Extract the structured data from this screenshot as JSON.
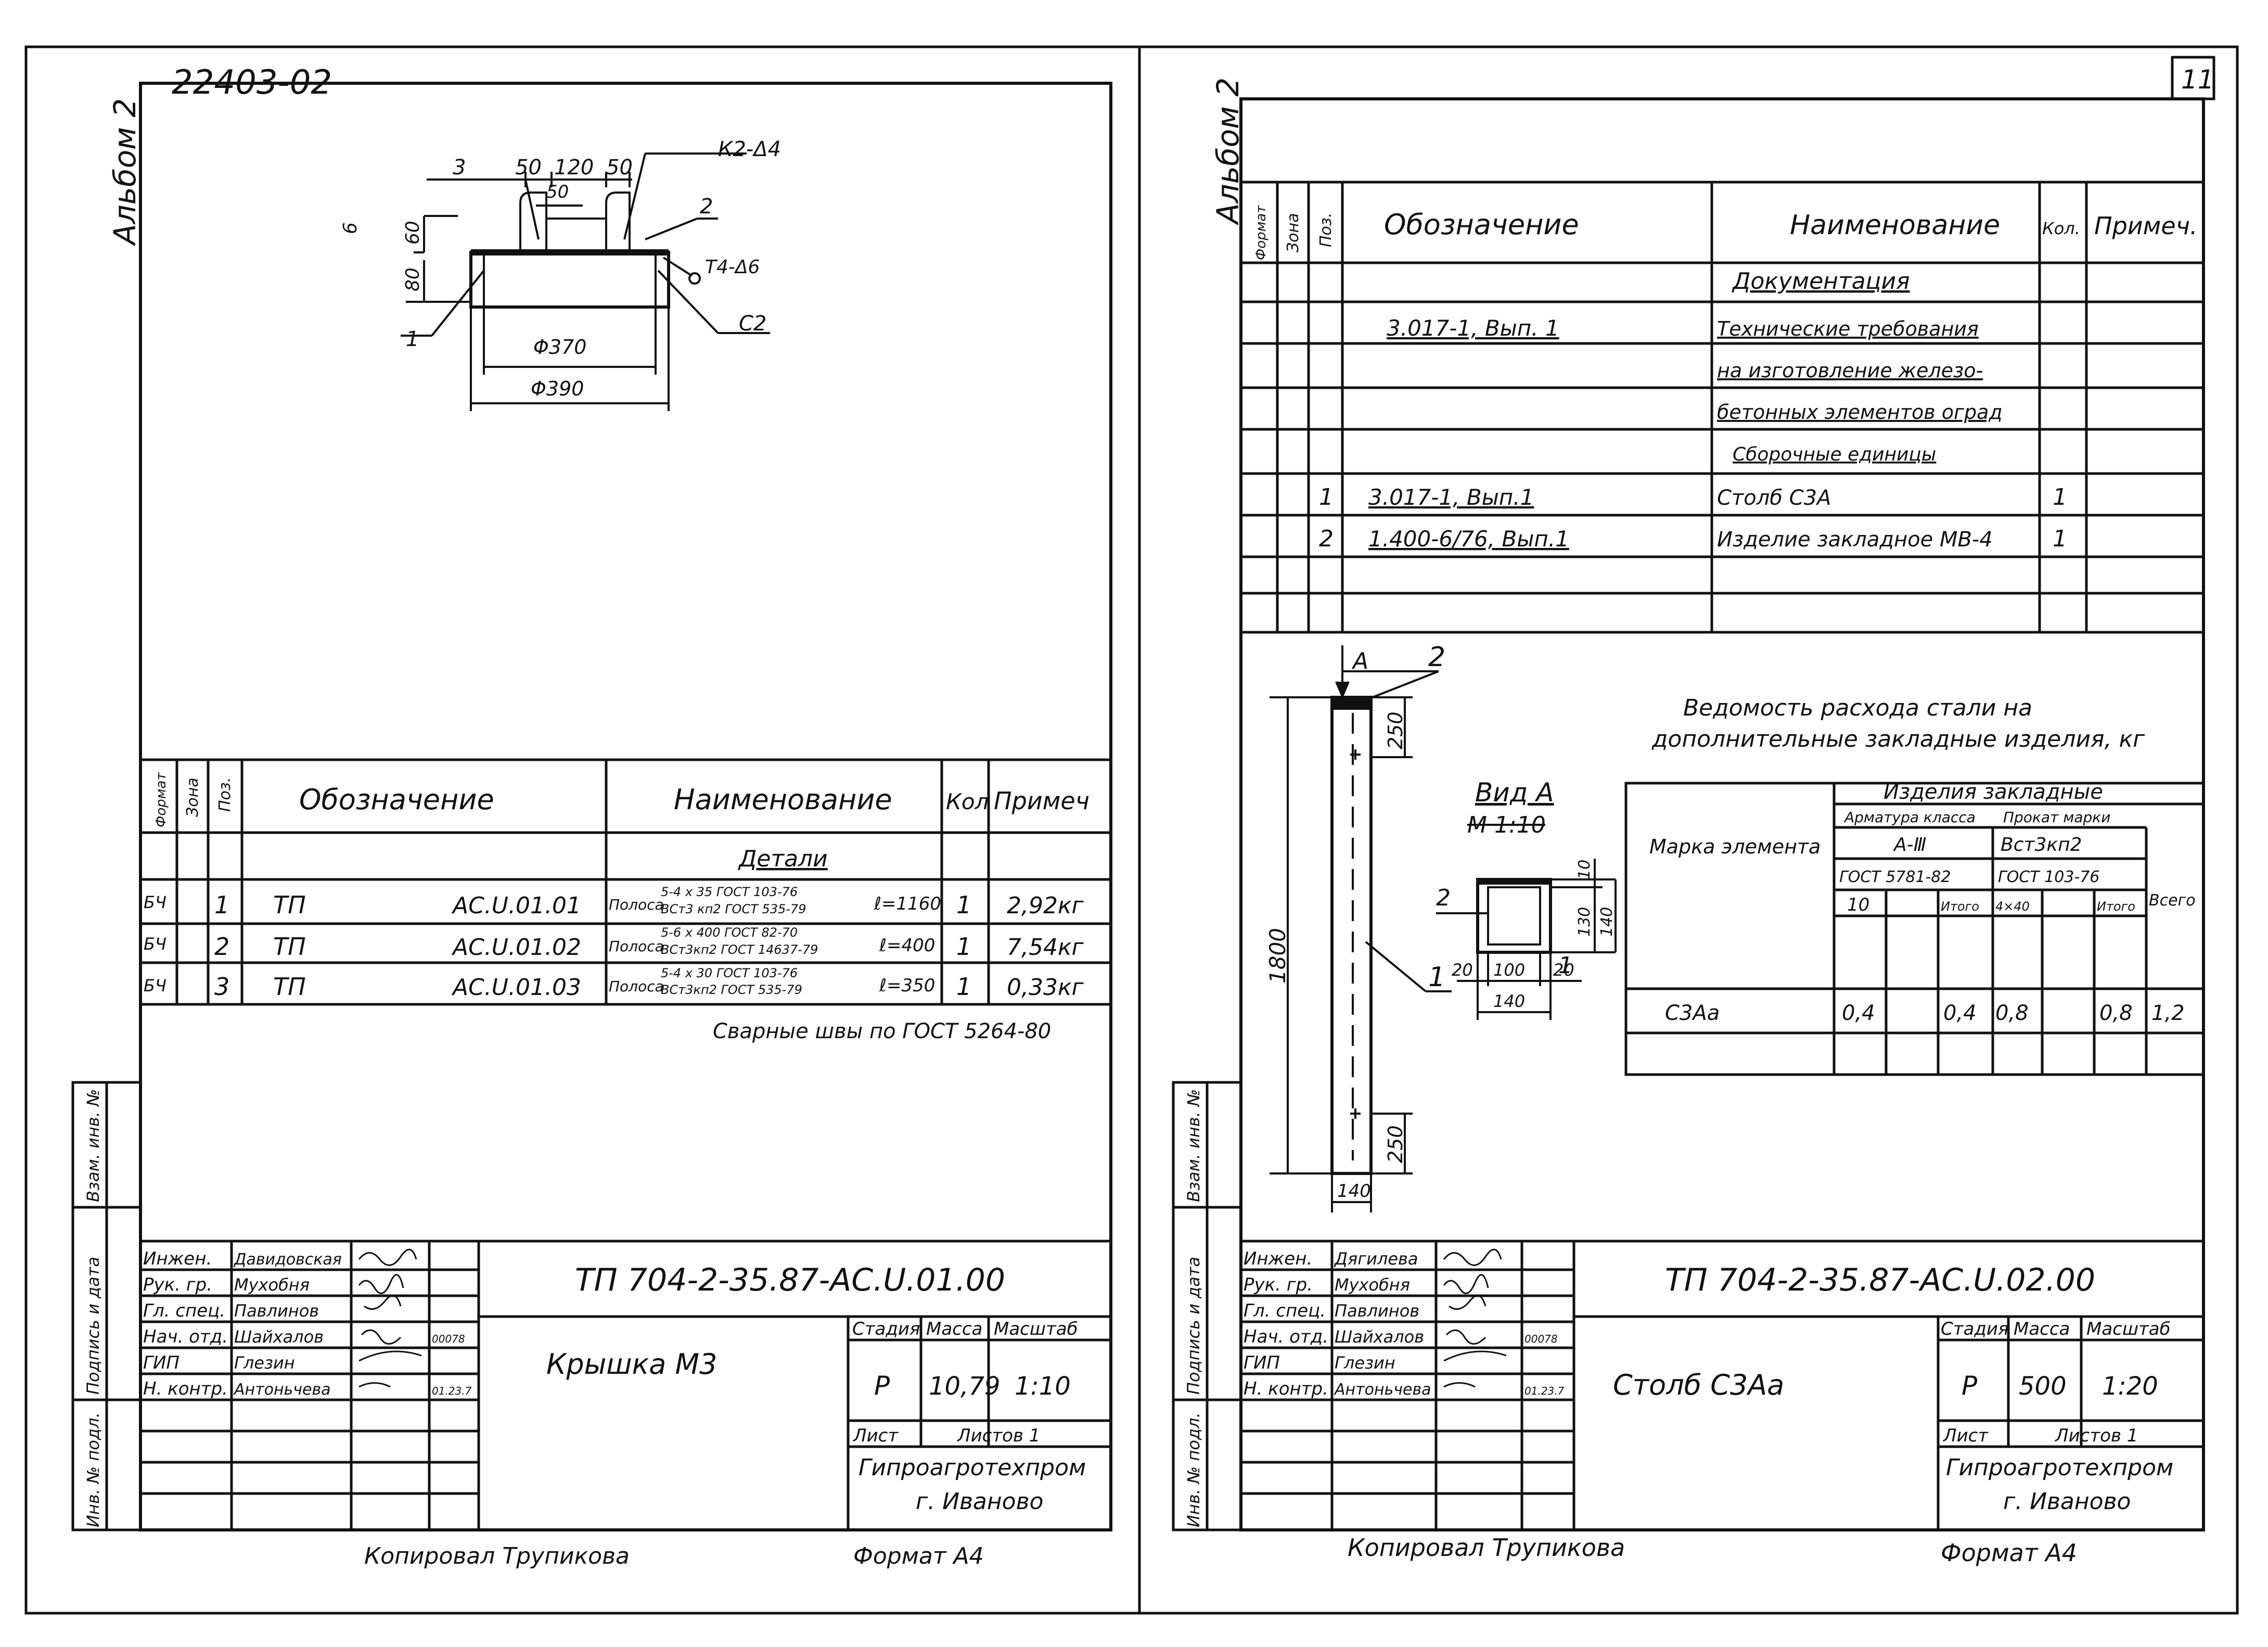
{
  "left": {
    "doc_code": "22403-02",
    "album": "Альбом 2",
    "drawing": {
      "dims_top": [
        "50",
        "120",
        "50"
      ],
      "dim_inner": "50",
      "mark_k2": "К2-Δ4",
      "dim_6": "6",
      "dim_60": "60",
      "dim_80": "80",
      "callouts": [
        "3",
        "2",
        "1"
      ],
      "weld_t4": "Т4-Δ6",
      "weld_c2": "С2",
      "dia_370": "Φ370",
      "dia_390": "Φ390"
    },
    "spec_headers": {
      "format": "Формат",
      "zone": "Зона",
      "pos": "Поз.",
      "designation": "Обозначение",
      "name": "Наименование",
      "qty": "Кол",
      "note": "Примеч"
    },
    "section": "Детали",
    "rows": [
      {
        "format": "БЧ",
        "pos": "1",
        "desig_a": "ТП",
        "desig_b": "АС.U.01.01",
        "name": "Полоса",
        "spec_top": "5-4 х 35 ГОСТ 103-76",
        "spec_bot": "ВСт3 кп2 ГОСТ 535-79",
        "length": "ℓ=1160",
        "qty": "1",
        "note": "2,92кг"
      },
      {
        "format": "БЧ",
        "pos": "2",
        "desig_a": "ТП",
        "desig_b": "АС.U.01.02",
        "name": "Полоса",
        "spec_top": "5-6 х 400 ГОСТ 82-70",
        "spec_bot": "ВСт3кп2 ГОСТ 14637-79",
        "length": "ℓ=400",
        "qty": "1",
        "note": "7,54кг"
      },
      {
        "format": "БЧ",
        "pos": "3",
        "desig_a": "ТП",
        "desig_b": "АС.U.01.03",
        "name": "Полоса",
        "spec_top": "5-4 х 30 ГОСТ 103-76",
        "spec_bot": "ВСт3кп2 ГОСТ 535-79",
        "length": "ℓ=350",
        "qty": "1",
        "note": "0,33кг"
      }
    ],
    "weld_note": "Сварные швы по ГОСТ 5264-80",
    "side_stamp": {
      "inv_podl": "Инв. № подл.",
      "sign_date": "Подпись и дата",
      "vzam": "Взам. инв. №"
    },
    "staff": [
      {
        "role": "Инжен.",
        "name": "Давидовская"
      },
      {
        "role": "Рук. гр.",
        "name": "Мухобня"
      },
      {
        "role": "Гл. спец.",
        "name": "Павлинов"
      },
      {
        "role": "Нач. отд.",
        "name": "Шайхалов"
      },
      {
        "role": "ГИП",
        "name": "Глезин"
      },
      {
        "role": "Н. контр.",
        "name": "Антоньчева"
      }
    ],
    "date_a": "00078",
    "date_b": "01.23.7",
    "title_code": "ТП 704-2-35.87-АС.U.01.00",
    "item_name": "Крышка М3",
    "stage_h": "Стадия",
    "mass_h": "Масса",
    "scale_h": "Масштаб",
    "stage": "Р",
    "mass": "10,79",
    "scale": "1:10",
    "sheet": "Лист",
    "sheets": "Листов 1",
    "org": "Гипроагротехпром",
    "city": "г. Иваново",
    "copied": "Копировал Трупикова",
    "format": "Формат А4"
  },
  "right": {
    "sheet_no": "11",
    "album": "Альбом 2",
    "spec_headers": {
      "format": "Формат",
      "zone": "Зона",
      "pos": "Поз.",
      "designation": "Обозначение",
      "name": "Наименование",
      "qty": "Кол.",
      "note": "Примеч."
    },
    "section_docs": "Документация",
    "doc_row": {
      "desig": "3.017-1, Вып. 1",
      "l1": "Технические требования",
      "l2": "на изготовление железо-",
      "l3": "бетонных элементов оград"
    },
    "section_units": "Сборочные единицы",
    "rows": [
      {
        "pos": "1",
        "desig": "3.017-1, Вып.1",
        "name": "Столб С3А",
        "qty": "1"
      },
      {
        "pos": "2",
        "desig": "1.400-6/76, Вып.1",
        "name": "Изделие закладное МВ-4",
        "qty": "1"
      }
    ],
    "drawing": {
      "arrow_a": "А",
      "c2": "2",
      "c1": "1",
      "h_top": "250",
      "h_total": "1800",
      "h_bot": "250",
      "w_bot": "140"
    },
    "view_a": {
      "title": "Вид А",
      "scale": "М 1:10",
      "c2": "2",
      "c1": "1",
      "d10": "10",
      "d130": "130",
      "d140v": "140",
      "d20a": "20",
      "d100": "100",
      "d20b": "20",
      "d140h": "140"
    },
    "steel": {
      "title1": "Ведомость расхода стали на",
      "title2": "дополнительные закладные изделия, кг",
      "mark": "Марка элемента",
      "group": "Изделия закладные",
      "arm": "Арматура класса",
      "prokat": "Прокат марки",
      "a3": "А-Ⅲ",
      "vst": "Вст3кп2",
      "gost1": "ГОСТ 5781-82",
      "gost2": "ГОСТ 103-76",
      "c10": "10",
      "itogo1": "Итого",
      "c4": "4×40",
      "itogo2": "Итого",
      "vsego": "Всего",
      "row_mark": "С3Аа",
      "v1": "0,4",
      "v2": "0,4",
      "v3": "0,8",
      "v4": "0,8",
      "v5": "1,2"
    },
    "side_stamp": {
      "inv_podl": "Инв. № подл.",
      "sign_date": "Подпись и дата",
      "vzam": "Взам. инв. №"
    },
    "staff": [
      {
        "role": "Инжен.",
        "name": "Дягилева"
      },
      {
        "role": "Рук. гр.",
        "name": "Мухобня"
      },
      {
        "role": "Гл. спец.",
        "name": "Павлинов"
      },
      {
        "role": "Нач. отд.",
        "name": "Шайхалов"
      },
      {
        "role": "ГИП",
        "name": "Глезин"
      },
      {
        "role": "Н. контр.",
        "name": "Антоньчева"
      }
    ],
    "date_a": "00078",
    "date_b": "01.23.7",
    "title_code": "ТП 704-2-35.87-АС.U.02.00",
    "item_name": "Столб С3Аа",
    "stage_h": "Стадия",
    "mass_h": "Масса",
    "scale_h": "Масштаб",
    "stage": "Р",
    "mass": "500",
    "scale": "1:20",
    "sheet": "Лист",
    "sheets": "Листов 1",
    "org": "Гипроагротехпром",
    "city": "г. Иваново",
    "copied": "Копировал Трупикова",
    "format": "Формат А4"
  }
}
